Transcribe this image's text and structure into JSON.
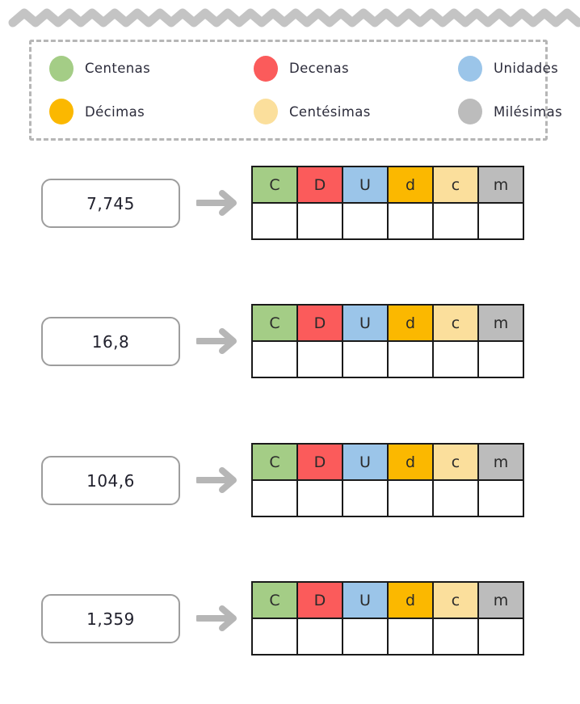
{
  "decoration": {
    "top_wave": "gray-zigzag-divider",
    "wave_color": "#c4c4c4"
  },
  "legend": {
    "name": "place-value-legend",
    "items": [
      {
        "label": "Centenas",
        "color": "#a4cd86",
        "icon": "green-circle-icon",
        "abbr": "C"
      },
      {
        "label": "Decenas",
        "color": "#fb5b5b",
        "icon": "red-circle-icon",
        "abbr": "D"
      },
      {
        "label": "Unidades",
        "color": "#9bc5e9",
        "icon": "blue-circle-icon",
        "abbr": "U"
      },
      {
        "label": "Décimas",
        "color": "#fbb800",
        "icon": "orange-circle-icon",
        "abbr": "d"
      },
      {
        "label": "Centésimas",
        "color": "#fbdf9c",
        "icon": "lightyellow-circle-icon",
        "abbr": "c"
      },
      {
        "label": "Milésimas",
        "color": "#bcbcbc",
        "icon": "gray-circle-icon",
        "abbr": "m"
      }
    ]
  },
  "table_headers": [
    {
      "label": "C",
      "color": "#a4cd86"
    },
    {
      "label": "D",
      "color": "#fb5b5b"
    },
    {
      "label": "U",
      "color": "#9bc5e9"
    },
    {
      "label": "d",
      "color": "#fbb800"
    },
    {
      "label": "c",
      "color": "#fbdf9c"
    },
    {
      "label": "m",
      "color": "#bcbcbc"
    }
  ],
  "exercises": [
    {
      "value": "7,745",
      "answers": [
        "",
        "",
        "",
        "",
        "",
        ""
      ]
    },
    {
      "value": "16,8",
      "answers": [
        "",
        "",
        "",
        "",
        "",
        ""
      ]
    },
    {
      "value": "104,6",
      "answers": [
        "",
        "",
        "",
        "",
        "",
        ""
      ]
    },
    {
      "value": "1,359",
      "answers": [
        "",
        "",
        "",
        "",
        "",
        ""
      ]
    }
  ],
  "arrow": {
    "icon": "right-arrow-icon",
    "color": "#b6b6b6"
  }
}
